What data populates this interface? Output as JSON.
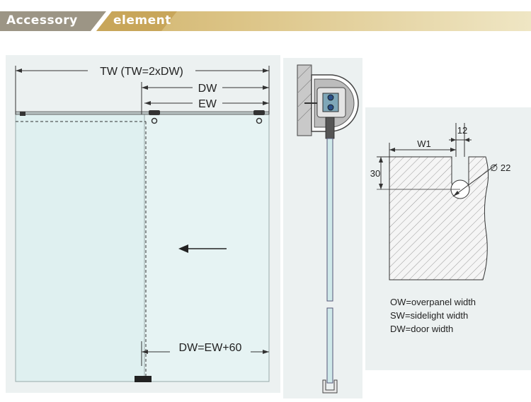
{
  "header": {
    "tab_left": "Accessory",
    "tab_right": "element",
    "colors": {
      "dark": "#9c9585",
      "gold": "#d9bf7a",
      "light": "#e8dcb3"
    }
  },
  "door_diagram": {
    "dim_total": "TW (TW=2xDW)",
    "dim_door": "DW",
    "dim_element": "EW",
    "dim_formula": "DW=EW+60"
  },
  "profile_diagram": {
    "label_w1": "W1",
    "label_12": "12",
    "label_30": "30",
    "label_22": "∅ 22"
  },
  "legend": [
    "OW=overpanel width",
    "SW=sidelight width",
    "DW=door width"
  ]
}
